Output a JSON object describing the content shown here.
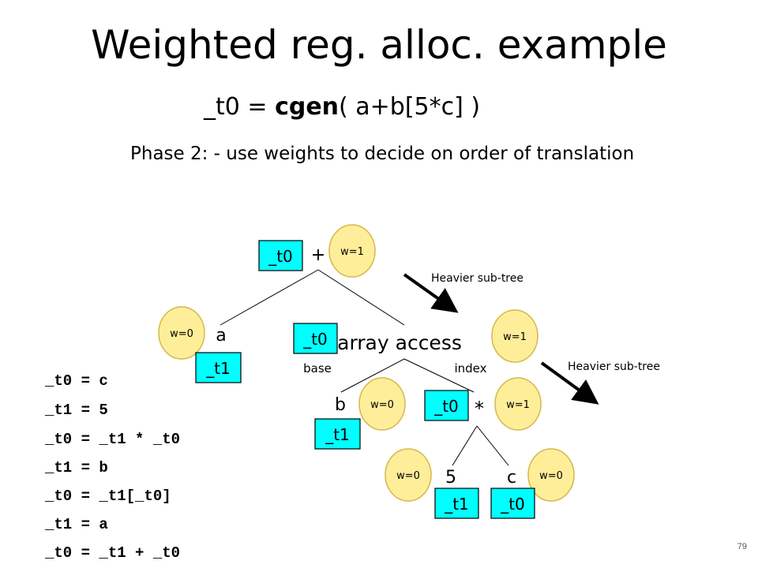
{
  "title": "Weighted reg. alloc. example",
  "subtitle": {
    "prefix": "_t0 = ",
    "func": "cgen",
    "suffix": "( a+b[5*c] )"
  },
  "phase_text": "Phase 2: - use weights to decide on order of translation",
  "tree": {
    "plus": {
      "op": "+",
      "reg": "_t0",
      "weight": "w=1"
    },
    "a": {
      "label": "a",
      "reg": "_t1",
      "weight": "w=0"
    },
    "array": {
      "label": "array access",
      "reg": "_t0",
      "weight": "w=1",
      "left_edge": "base",
      "right_edge": "index"
    },
    "b": {
      "label": "b",
      "reg": "_t1",
      "weight": "w=0"
    },
    "mult": {
      "op": "*",
      "reg": "_t0",
      "weight": "w=1"
    },
    "five": {
      "label": "5",
      "reg": "_t1",
      "weight": "w=0"
    },
    "c": {
      "label": "c",
      "reg": "_t0",
      "weight": "w=0"
    }
  },
  "annotations": {
    "heavier_1": "Heavier sub-tree",
    "heavier_2": "Heavier sub-tree"
  },
  "code": [
    "_t0 = c",
    "_t1 = 5",
    "_t0 = _t1 * _t0",
    "_t1 = b",
    "_t0 = _t1[_t0]",
    "_t1 = a",
    "_t0 = _t1 + _t0"
  ],
  "slide_number": "79",
  "colors": {
    "register_box": "#00ffff",
    "weight_circle": "#ffee99",
    "weight_circle_stroke": "#d4b84a"
  }
}
